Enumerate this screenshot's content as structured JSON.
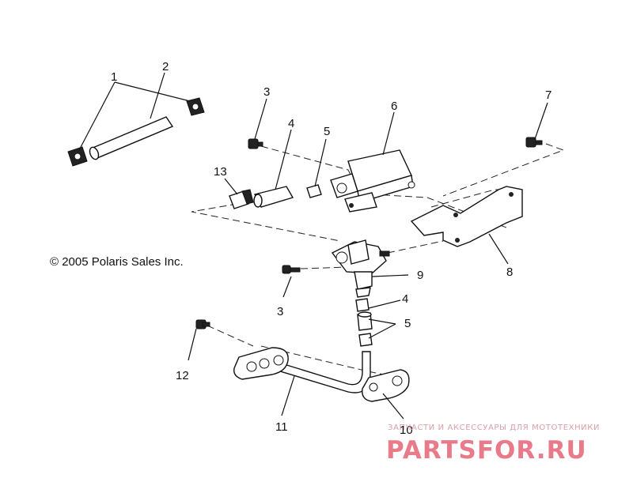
{
  "copyright": "© 2005 Polaris Sales Inc.",
  "callouts": [
    {
      "id": "1",
      "text": "1"
    },
    {
      "id": "2",
      "text": "2"
    },
    {
      "id": "3a",
      "text": "3"
    },
    {
      "id": "4a",
      "text": "4"
    },
    {
      "id": "5a",
      "text": "5"
    },
    {
      "id": "6",
      "text": "6"
    },
    {
      "id": "7",
      "text": "7"
    },
    {
      "id": "13",
      "text": "13"
    },
    {
      "id": "8",
      "text": "8"
    },
    {
      "id": "9",
      "text": "9"
    },
    {
      "id": "3b",
      "text": "3"
    },
    {
      "id": "4b",
      "text": "4"
    },
    {
      "id": "5b",
      "text": "5"
    },
    {
      "id": "12",
      "text": "12"
    },
    {
      "id": "11",
      "text": "11"
    },
    {
      "id": "10",
      "text": "10"
    }
  ],
  "watermark": {
    "tagline": "ЗАПЧАСТИ И АКСЕССУАРЫ ДЛЯ МОТОТЕХНИКИ",
    "brand": "PARTSFOR.RU",
    "color": "#e87a8a"
  }
}
